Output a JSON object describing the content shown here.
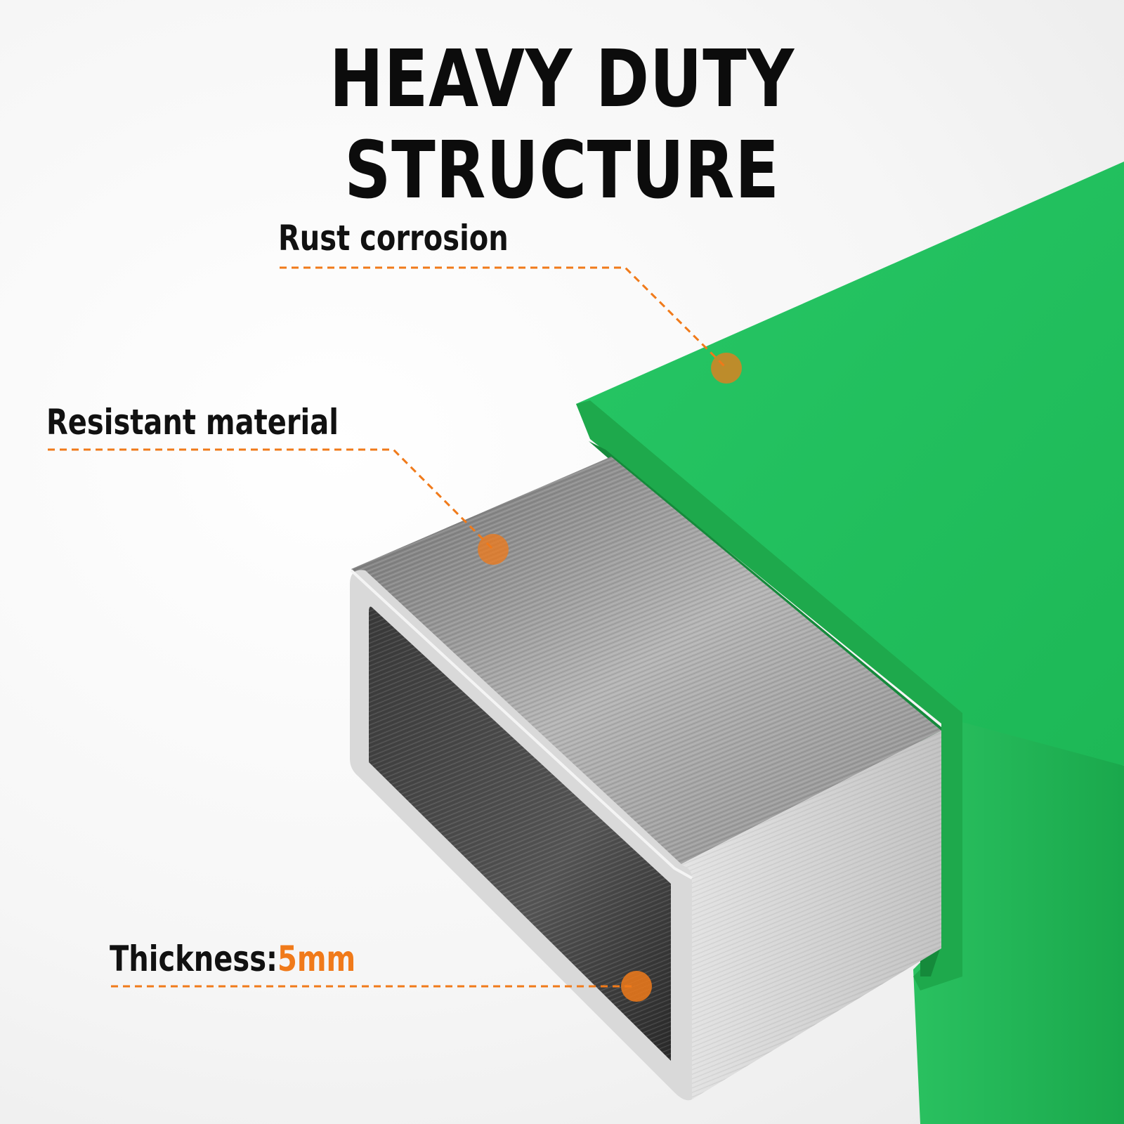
{
  "title": "HEAVY DUTY STRUCTURE",
  "callouts": {
    "rust": {
      "text": "Rust corrosion"
    },
    "resistant": {
      "text": "Resistant material"
    },
    "thickness": {
      "label": "Thickness:",
      "value": "5mm"
    }
  },
  "colors": {
    "accent": "#f07a1a",
    "outer_tube": "#1fbf5a",
    "steel": "#a9a9a9",
    "text": "#111111"
  }
}
